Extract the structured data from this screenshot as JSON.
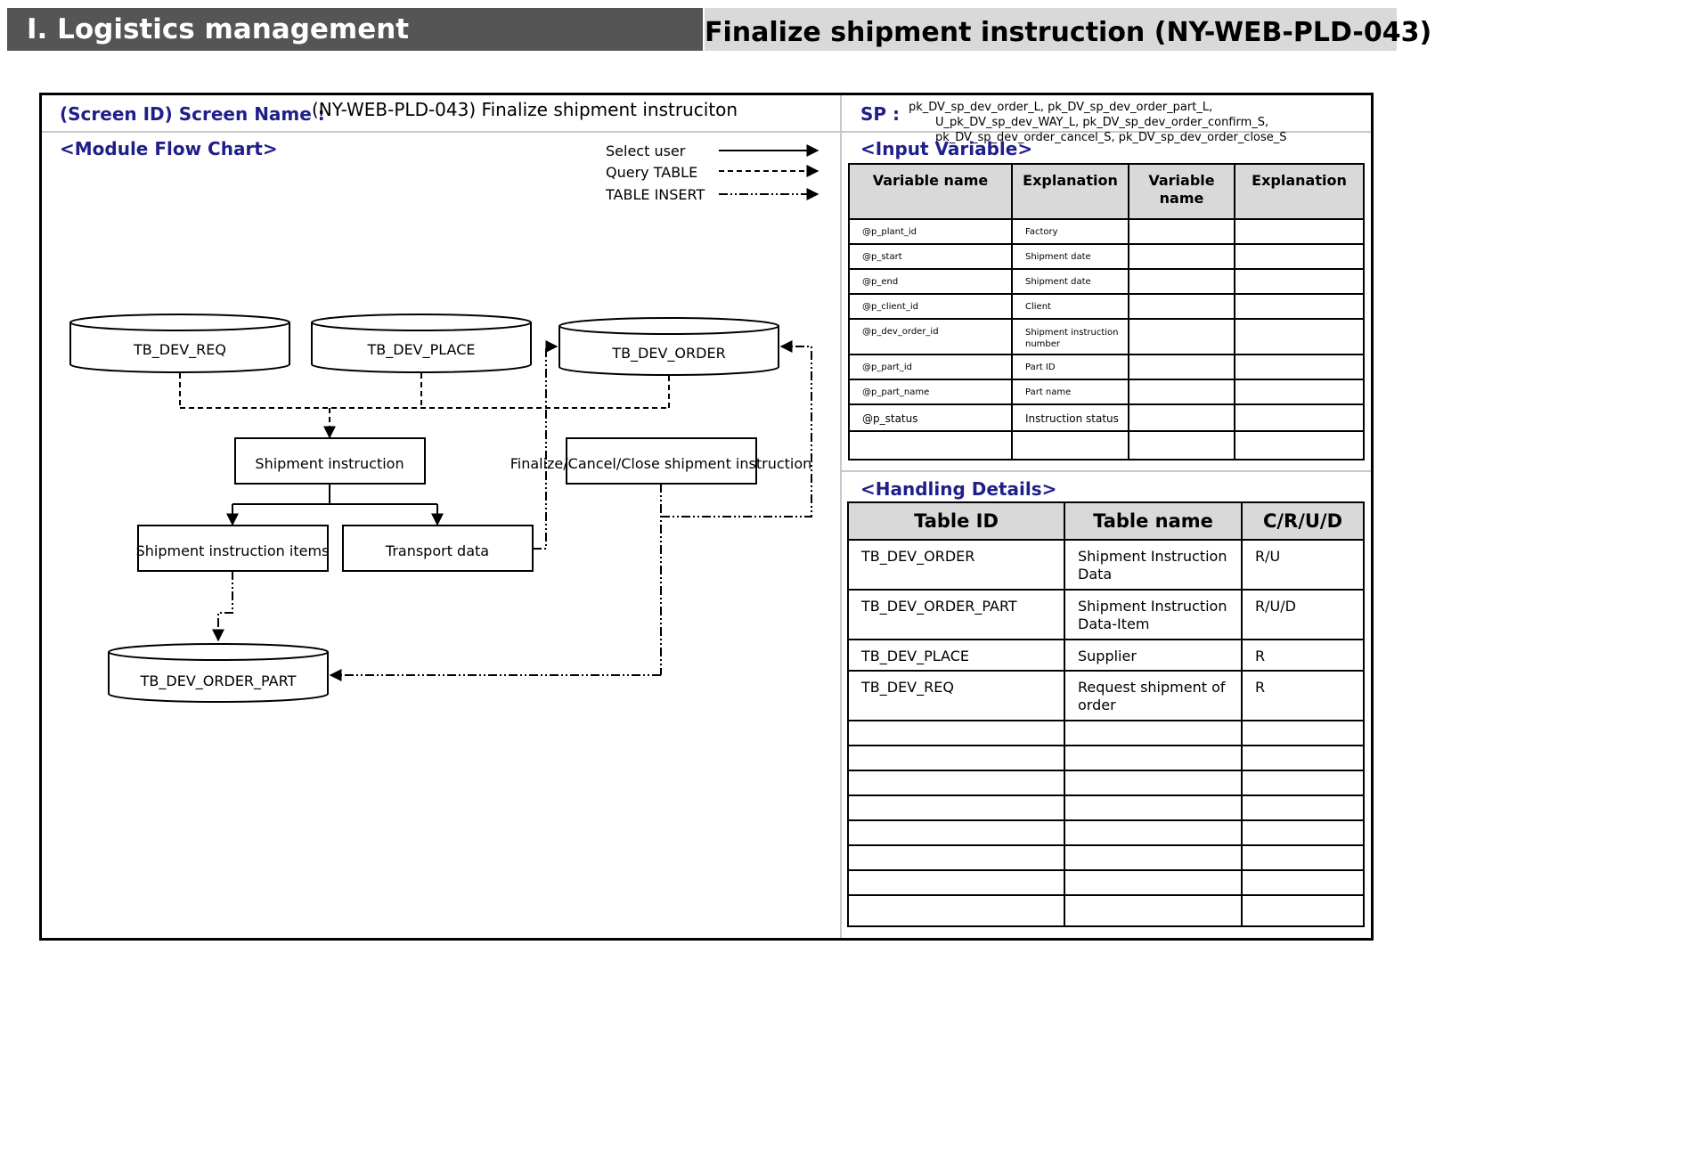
{
  "header": {
    "section_title": "Ⅰ. Logistics management",
    "page_title": "Finalize shipment instruction (NY-WEB-PLD-043)"
  },
  "screen": {
    "label": "(Screen ID) Screen Name :",
    "value": "(NY-WEB-PLD-043) Finalize shipment instruciton"
  },
  "sp": {
    "label": "SP :",
    "lines": [
      "pk_DV_sp_dev_order_L, pk_DV_sp_dev_order_part_L,",
      "U_pk_DV_sp_dev_WAY_L, pk_DV_sp_dev_order_confirm_S,",
      "pk_DV_sp_dev_order_cancel_S, pk_DV_sp_dev_order_close_S"
    ]
  },
  "flow": {
    "title": "<Module Flow Chart>",
    "legend": [
      "Select user",
      "Query TABLE",
      "TABLE INSERT"
    ],
    "tables": {
      "req": "TB_DEV_REQ",
      "place": "TB_DEV_PLACE",
      "order": "TB_DEV_ORDER",
      "order_part": "TB_DEV_ORDER_PART"
    },
    "processes": {
      "shipment": "Shipment instruction",
      "finalize": "Finalize/Cancel/Close shipment instruction",
      "items": "Shipment instruction items",
      "transport": "Transport data"
    }
  },
  "input": {
    "title": "<Input Variable>",
    "headers": [
      "Variable name",
      "Explanation",
      "Variable name",
      "Explanation"
    ],
    "rows": [
      [
        "@p_plant_id",
        "Factory",
        "",
        ""
      ],
      [
        "@p_start",
        "Shipment date",
        "",
        ""
      ],
      [
        "@p_end",
        "Shipment date",
        "",
        ""
      ],
      [
        "@p_client_id",
        "Client",
        "",
        ""
      ],
      [
        "@p_dev_order_id",
        "Shipment instruction number",
        "",
        ""
      ],
      [
        "@p_part_id",
        "Part ID",
        "",
        ""
      ],
      [
        "@p_part_name",
        "Part name",
        "",
        ""
      ],
      [
        "@p_status",
        "Instruction status",
        "",
        ""
      ],
      [
        "",
        "",
        "",
        ""
      ]
    ]
  },
  "handling": {
    "title": "<Handling Details>",
    "headers": [
      "Table ID",
      "Table name",
      "C/R/U/D"
    ],
    "rows": [
      [
        "TB_DEV_ORDER",
        "Shipment Instruction Data",
        "R/U"
      ],
      [
        "TB_DEV_ORDER_PART",
        "Shipment Instruction Data-Item",
        "R/U/D"
      ],
      [
        "TB_DEV_PLACE",
        "Supplier",
        "R"
      ],
      [
        "TB_DEV_REQ",
        "Request shipment of order",
        "R"
      ],
      [
        "",
        "",
        ""
      ],
      [
        "",
        "",
        ""
      ],
      [
        "",
        "",
        ""
      ],
      [
        "",
        "",
        ""
      ],
      [
        "",
        "",
        ""
      ],
      [
        "",
        "",
        ""
      ],
      [
        "",
        "",
        ""
      ],
      [
        "",
        "",
        ""
      ]
    ]
  }
}
